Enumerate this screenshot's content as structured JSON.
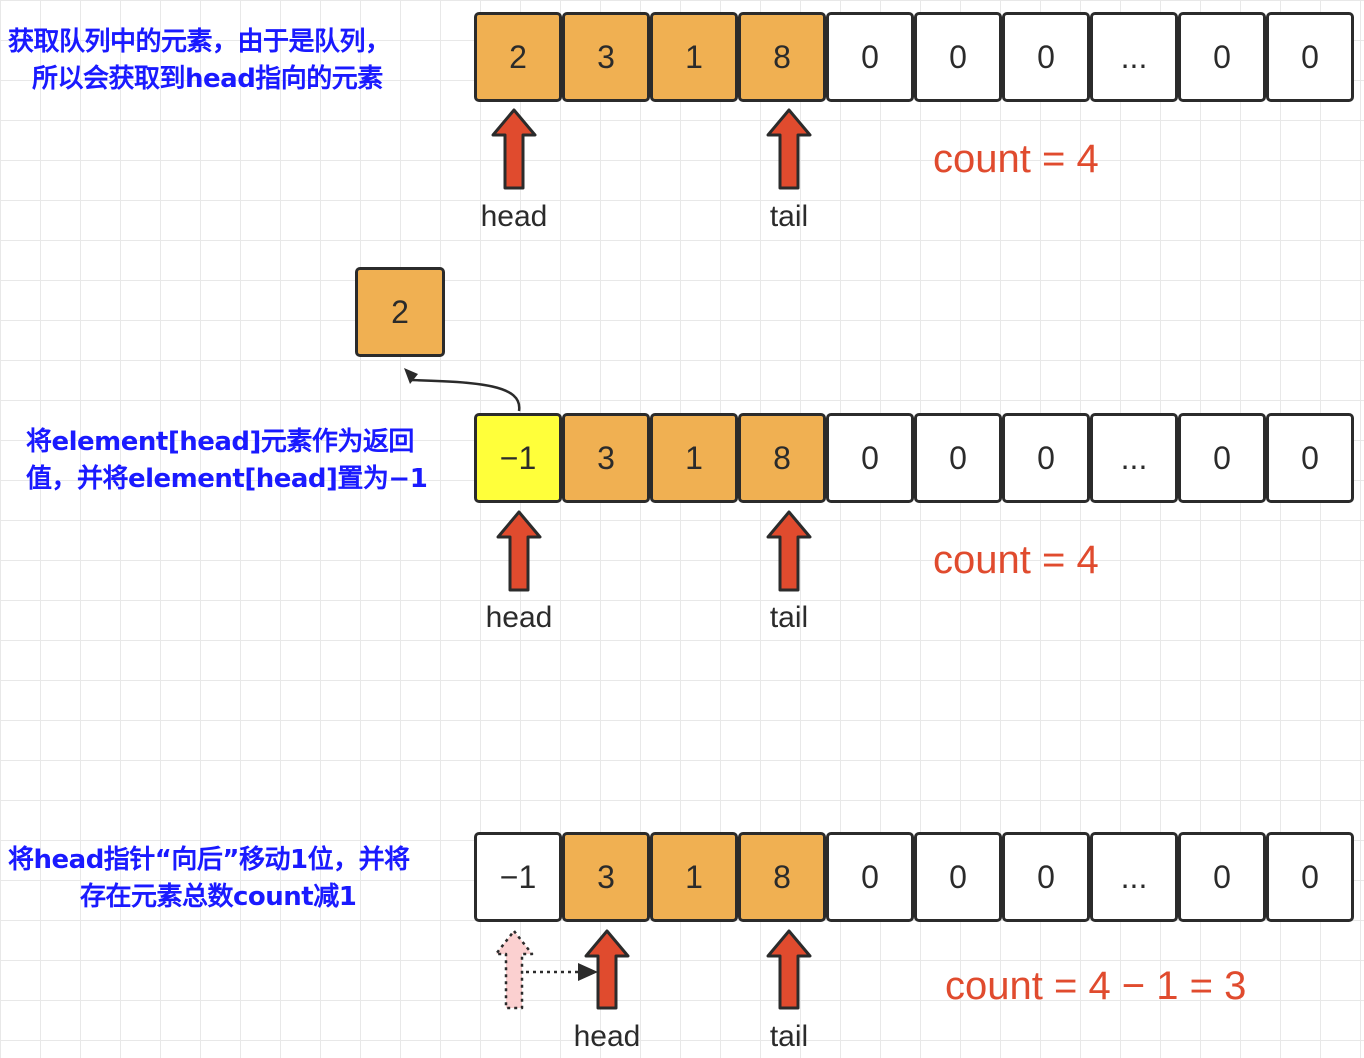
{
  "notes": {
    "step1_line1": "获取队列中的元素，由于是队列，",
    "step1_line2": "所以会获取到head指向的元素",
    "step2_line1": "将element[head]元素作为返回",
    "step2_line2": "值，并将element[head]置为−1",
    "step3_line1": "将head指针“向后”移动1位，并将",
    "step3_line2": "存在元素总数count减1"
  },
  "rows": [
    [
      "2",
      "3",
      "1",
      "8",
      "0",
      "0",
      "0",
      "...",
      "0",
      "0"
    ],
    [
      "−1",
      "3",
      "1",
      "8",
      "0",
      "0",
      "0",
      "...",
      "0",
      "0"
    ],
    [
      "−1",
      "3",
      "1",
      "8",
      "0",
      "0",
      "0",
      "...",
      "0",
      "0"
    ]
  ],
  "popped_value": "2",
  "pointers": {
    "head": "head",
    "tail": "tail"
  },
  "counts": {
    "step1": "count = 4",
    "step2": "count = 4",
    "step3": "count = 4 − 1 = 3"
  },
  "colors": {
    "filled": "#f0b052",
    "highlight": "#ffff3a",
    "arrow": "#e04b2e",
    "note_text": "#1a1aff"
  }
}
